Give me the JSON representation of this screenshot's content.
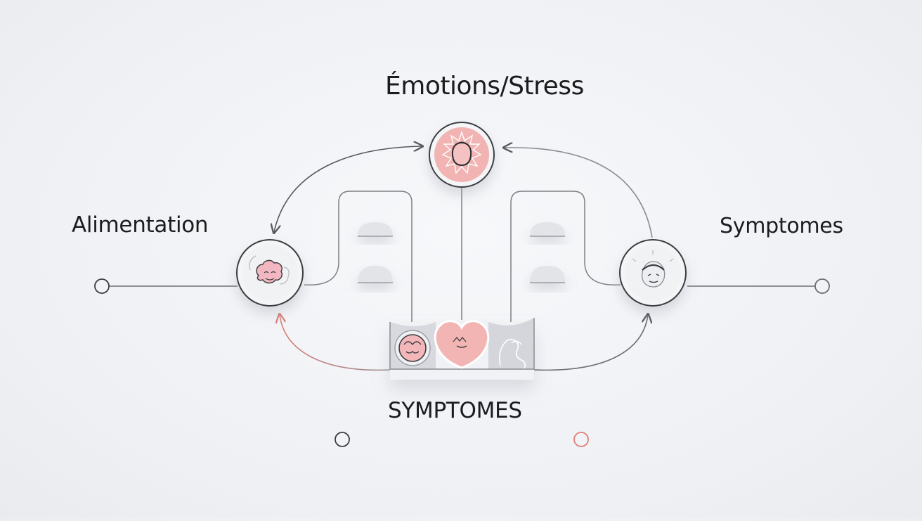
{
  "labels": {
    "top": "Émotions/Stress",
    "left": "Alimentation",
    "right": "Symptomes",
    "bottom": "SYMPTOMES"
  },
  "icons": {
    "top_node": "stressed-face-burst-icon",
    "left_node": "food-brain-icon",
    "right_node": "head-symptom-icon",
    "band_left": "gut-icon",
    "band_center": "heart-icon",
    "band_right": "body-outline-icon"
  },
  "colors": {
    "accent_pink": "#f2b3b3",
    "accent_line": "#e59a96",
    "line": "#6b6e74",
    "node_fill": "#f4f5f7",
    "panel": "#d7d9de"
  }
}
